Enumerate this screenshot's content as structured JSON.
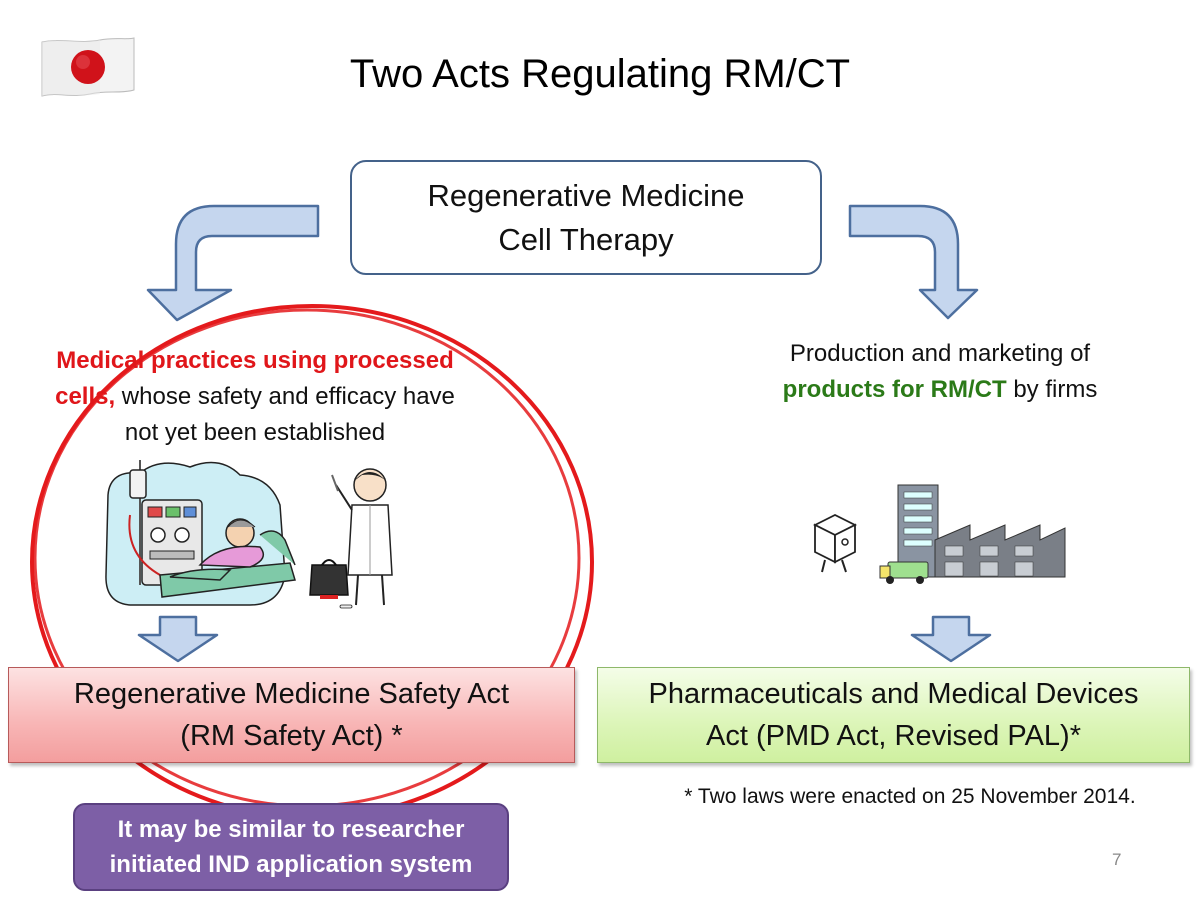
{
  "title": "Two Acts Regulating RM/CT",
  "center_box": {
    "line1": "Regenerative Medicine",
    "line2": "Cell Therapy"
  },
  "left_description": {
    "highlight_a": "Medical practices using processed",
    "highlight_b": "cells,",
    "rest_a": " whose safety and efficacy have",
    "rest_b": "not yet been established"
  },
  "right_description": {
    "line1": "Production and marketing of",
    "highlight": "products for RM/CT",
    "rest": " by firms"
  },
  "left_act": {
    "line1": "Regenerative Medicine Safety Act",
    "line2": "(RM Safety Act) *"
  },
  "right_act": {
    "line1": "Pharmaceuticals and Medical Devices",
    "line2": "Act (PMD Act, Revised PAL)*"
  },
  "footnote": "* Two laws were enacted on 25 November 2014.",
  "callout": {
    "line1": "It may be similar to researcher",
    "line2": "initiated IND application system"
  },
  "page_number": "7",
  "icons": {
    "flag": "japan-flag-icon",
    "clinic": "patient-dialysis-doctor-illustration",
    "factory": "factory-building-illustration",
    "box": "package-box-icon"
  },
  "colors": {
    "red_text": "#e0161a",
    "green_text": "#2b7a18",
    "arrow_fill": "#c5d6ee",
    "arrow_stroke": "#4d6f9f",
    "callout_bg": "#7d5fa6",
    "circle": "#e41a1c"
  }
}
